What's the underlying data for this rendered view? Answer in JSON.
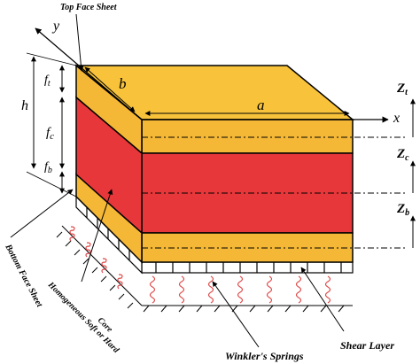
{
  "labels": {
    "top_face_sheet": "Top Face Sheet",
    "bottom_face_sheet": "Bottom Face Sheet",
    "core_line1": "Homogeneous Soft or Hard",
    "core_line2": "Core",
    "winkler": "Winkler's Springs",
    "shear": "Shear Layer",
    "y_axis": "y",
    "x_axis": "x",
    "a": "a",
    "b": "b",
    "h": "h",
    "ft": "f",
    "ft_sub": "t",
    "fc": "f",
    "fc_sub": "c",
    "fb": "f",
    "fb_sub": "b",
    "zt": "Z",
    "zt_sub": "t",
    "zc": "Z",
    "zc_sub": "c",
    "zb": "Z",
    "zb_sub": "b"
  },
  "colors": {
    "face_sheet": "#f5b736",
    "face_sheet_top": "#f8c33a",
    "core": "#e8373a",
    "spring": "#e04a4a",
    "outline": "#000000"
  }
}
